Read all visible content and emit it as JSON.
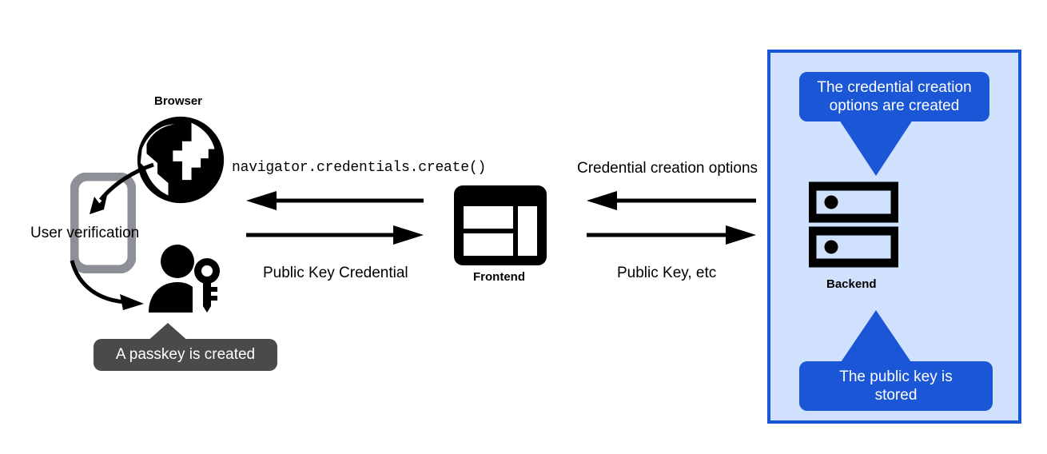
{
  "diagram": {
    "title_labels": {
      "browser": "Browser",
      "frontend": "Frontend",
      "backend": "Backend"
    },
    "annotations": {
      "user_verification": "User verification",
      "navigator_create": "navigator.credentials.create()",
      "public_key_credential": "Public Key Credential",
      "credential_creation_options": "Credential creation options",
      "public_key_etc": "Public Key, etc"
    },
    "tooltips": [
      {
        "id": "passkey-created",
        "text": "A passkey is created",
        "style": "gray",
        "tail": "up"
      },
      {
        "id": "credential-options-created",
        "text": "The credential creation options are created",
        "style": "blue",
        "tail": "down"
      },
      {
        "id": "public-key-stored",
        "text": "The public key is stored",
        "style": "blue",
        "tail": "up"
      }
    ],
    "tooltip_lines": {
      "passkey_created": "A passkey is created",
      "cred_options_line1": "The credential creation",
      "cred_options_line2": "options are created",
      "public_key_line1": "The public key is",
      "public_key_line2": "stored"
    },
    "icons": {
      "browser": "globe-icon",
      "phone": "smartphone-icon",
      "user_key": "person-with-key-icon",
      "frontend": "web-layout-icon",
      "backend": "server-rack-icon"
    },
    "flows": [
      {
        "id": "browser-to-frontend-response",
        "direction": "left",
        "label": "navigator.credentials.create()"
      },
      {
        "id": "browser-to-frontend-request",
        "direction": "right",
        "label": "Public Key Credential"
      },
      {
        "id": "backend-to-frontend-response",
        "direction": "left",
        "label": "Credential creation options"
      },
      {
        "id": "frontend-to-backend-request",
        "direction": "right",
        "label": "Public Key, etc"
      }
    ],
    "colors": {
      "accent_blue": "#1a56d6",
      "panel_fill": "#cfe1fc",
      "tooltip_gray": "#4a4a4a",
      "icon_black": "#000000",
      "phone_gray": "#8d9096",
      "background": "#ffffff"
    }
  }
}
